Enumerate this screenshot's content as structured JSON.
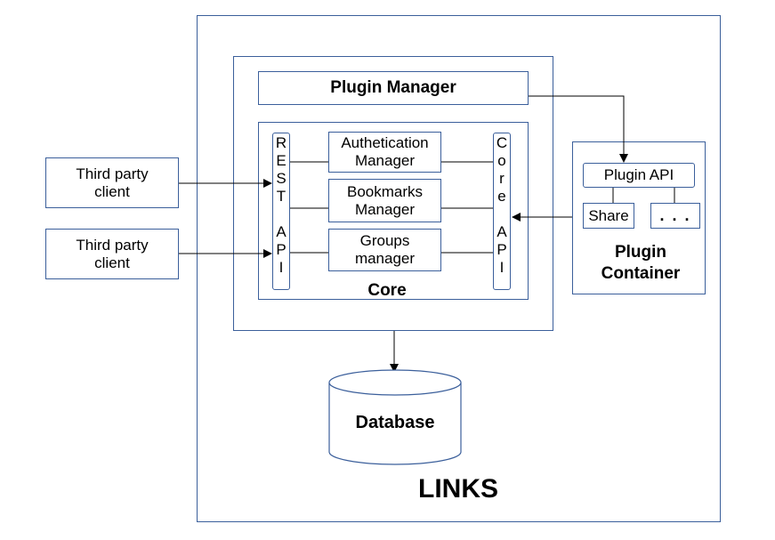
{
  "system_title": "LINKS",
  "plugin_manager": "Plugin Manager",
  "core": "Core",
  "rest_api_letters": [
    "R",
    "E",
    "S",
    "T",
    "",
    "A",
    "P",
    "I"
  ],
  "core_api_letters": [
    "C",
    "o",
    "r",
    "e",
    "",
    "A",
    "P",
    "I"
  ],
  "managers": [
    "Authetication Manager",
    "Bookmarks Manager",
    "Groups manager"
  ],
  "clients": [
    "Third party client",
    "Third party client"
  ],
  "plugin_container": {
    "title": "Plugin Container",
    "plugin_api": "Plugin API",
    "share": "Share",
    "more": ". . ."
  },
  "database": "Database"
}
